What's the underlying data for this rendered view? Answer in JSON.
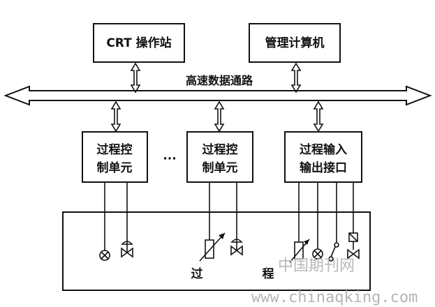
{
  "top_boxes": {
    "crt_station": "CRT 操作站",
    "management_computer": "管理计算机"
  },
  "bus": {
    "label": "高速数据通路"
  },
  "units": {
    "control_unit_1": {
      "line1": "过程控",
      "line2": "制单元"
    },
    "ellipsis": "···",
    "control_unit_2": {
      "line1": "过程控",
      "line2": "制单元"
    },
    "io_interface": {
      "line1": "过程输入",
      "line2": "输出接口"
    }
  },
  "process": {
    "char1": "过",
    "char2": "程"
  },
  "watermark": {
    "site_name": "中国期刊网",
    "url": "www.chinaqking.com"
  }
}
